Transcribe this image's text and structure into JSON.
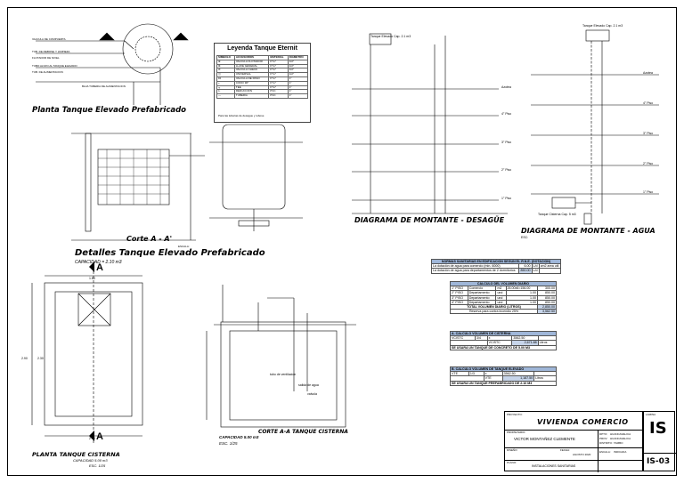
{
  "plan_tank": {
    "title": "Planta Tanque Elevado Prefabricado",
    "notes": [
      "VALVULA DE COMPUERTA",
      "TUB. DE REBOSE Y LIMPIEZA",
      "FLOTADOR DE NIVEL",
      "TUBO ALIVIO AL TANQUE ELEVADO",
      "TUB. DE ALIMENTACION",
      "BAJA TUBERIA DE ALIMENTACION"
    ]
  },
  "legend": {
    "title": "Leyenda Tanque Eternit",
    "headers": [
      "SIMBOLO",
      "ACCESORIOS",
      "MATERIAL",
      "DIAMETRO"
    ],
    "rows": [
      [
        "",
        "VALVULA FLOTADOR",
        "F°G°",
        "1/2\""
      ],
      [
        "",
        "LLAVE GENERAL",
        "F°G°",
        "1/2\""
      ],
      [
        "",
        "VALVULA CHECK",
        "F°G°",
        "1/2\""
      ],
      [
        "",
        "UNIVERSAL",
        "F°G°",
        "1/2\""
      ],
      [
        "",
        "VALVULA DE PASO",
        "F°G°",
        "1\""
      ],
      [
        "",
        "CODO 90°",
        "F°G°",
        "1\""
      ],
      [
        "",
        "TEE",
        "F°G°",
        "1\""
      ],
      [
        "",
        "REDUCCION",
        "PVC",
        "1\""
      ],
      [
        "",
        "TUBERIA",
        "PVC",
        "1\""
      ]
    ],
    "note": "Para las tuberias de desague y rebose"
  },
  "section_aa": {
    "title": "Corte A - A'",
    "scale": "ESCALA:"
  },
  "details": {
    "title": "Detalles Tanque Elevado Prefabricado",
    "capacity": "CAPACIDAD = 2.10 m3"
  },
  "cistern_plan": {
    "title": "PLANTA TANQUE CISTERNA",
    "capacity": "CAPACIDAD 5.00 m3",
    "scale": "ESC. 1/25",
    "section_marker": "A",
    "dims": [
      "2.90",
      "2.30",
      "1.80",
      "2.10"
    ]
  },
  "cistern_section": {
    "title": "CORTE A-A TANQUE CISTERNA",
    "capacity": "CAPACIDAD 5.00 m3",
    "scale": "ESC. 1/25",
    "labels": [
      "tubo de ventilacion",
      "salida de agua",
      "valvula"
    ]
  },
  "drain_riser": {
    "title": "DIAGRAMA DE MONTANTE - DESAGÜE",
    "tank": "Tanque Elevado Cap. 2.1 m3",
    "floors": [
      "Azotea",
      "4° Piso",
      "3° Piso",
      "2° Piso",
      "1° Piso"
    ]
  },
  "water_riser": {
    "title": "DIAGRAMA DE MONTANTE - AGUA",
    "scale": "ESC:",
    "tank": "Tanque Elevado Cap. 2.1 m3",
    "cistern": "Tanque Cisterna Cap. 5 m3",
    "floors": [
      "Azotea",
      "4° Piso",
      "3° Piso",
      "2° Piso",
      "1° Piso"
    ]
  },
  "norms_table": {
    "header": "NORMAS SANITARIAS EN EDIFICACION SEGUN EL R.N.E. (DOTACION)",
    "rows": [
      [
        "La dotación de agua para comercio (min. 6000)",
        "6.00",
        "L/d",
        "cm2 area util"
      ],
      [
        "La dotación de agua para departamentos de 2 dormitorios",
        "850.00",
        "L/d",
        ""
      ]
    ]
  },
  "daily_volume": {
    "header": "CALCULO DEL VOLUMEN DIARIO",
    "rows": [
      [
        "1° PISO",
        "Comercio",
        "m2",
        "26.00x6=156.00",
        "300.00"
      ],
      [
        "2° PISO",
        "Departamento",
        "und",
        "1.00",
        "850.00"
      ],
      [
        "3° PISO",
        "Departamento",
        "und",
        "1.00",
        "850.00"
      ],
      [
        "4° PISO",
        "Departamento",
        "und",
        "1.00",
        "850.00"
      ]
    ],
    "total_label": "TOTAL VOLUMEN DIARIO (LITROS)",
    "total": "2,850.00",
    "reserve_label": "Reserva para contra incendio 25%",
    "reserve": "3,562.50"
  },
  "cistern_calc": {
    "header": "A. CALCULO VOLUMEN DE CISTERNA",
    "formula_label": "VCISTC",
    "fraction": "3/4",
    "x": "x",
    "base": "3562.50",
    "vcist_label": "VCISTC",
    "result": "2,671.88",
    "unit": "Litros",
    "conclusion": "SE USARA UN TANQUE DE CONCRETO DE 5.00 M3"
  },
  "elevated_calc": {
    "header": "B. CALCULO VOLUMEN DE TANQUE ELEVADO",
    "formula_label": "VTE",
    "fraction": "1/3",
    "x": "x",
    "base": "3562.50",
    "vte_label": "VTE",
    "result": "1,187.50",
    "unit": "Litros",
    "conclusion": "SE USARA UN TANQUE PREFABRICADO DE 2.10 M3"
  },
  "title_block": {
    "project_label": "PROYECTO:",
    "project": "VIVIENDA COMERCIO",
    "owner_label": "PROPIETARIO:",
    "owner": "VICTOR MONTAÑEZ CLEMENTE",
    "dpto_label": "DPTO:",
    "dpto": "HUANCAVELICA",
    "prov_label": "PROV:",
    "prov": "HUANCAVELICA",
    "dist_label": "DISTRITO:",
    "dist": "TAMBO",
    "designer_label": "DISEÑO:",
    "date_label": "FECHA:",
    "date": "AGOSTO 2020",
    "scale_label": "ESCALA:",
    "scale": "INDICADA",
    "plan_label": "PLANO:",
    "plan": "INSTALACIONES SANITARIAS",
    "sheet_code": "IS",
    "sheet_num": "IS-03",
    "lamina_label": "LAMINA"
  }
}
